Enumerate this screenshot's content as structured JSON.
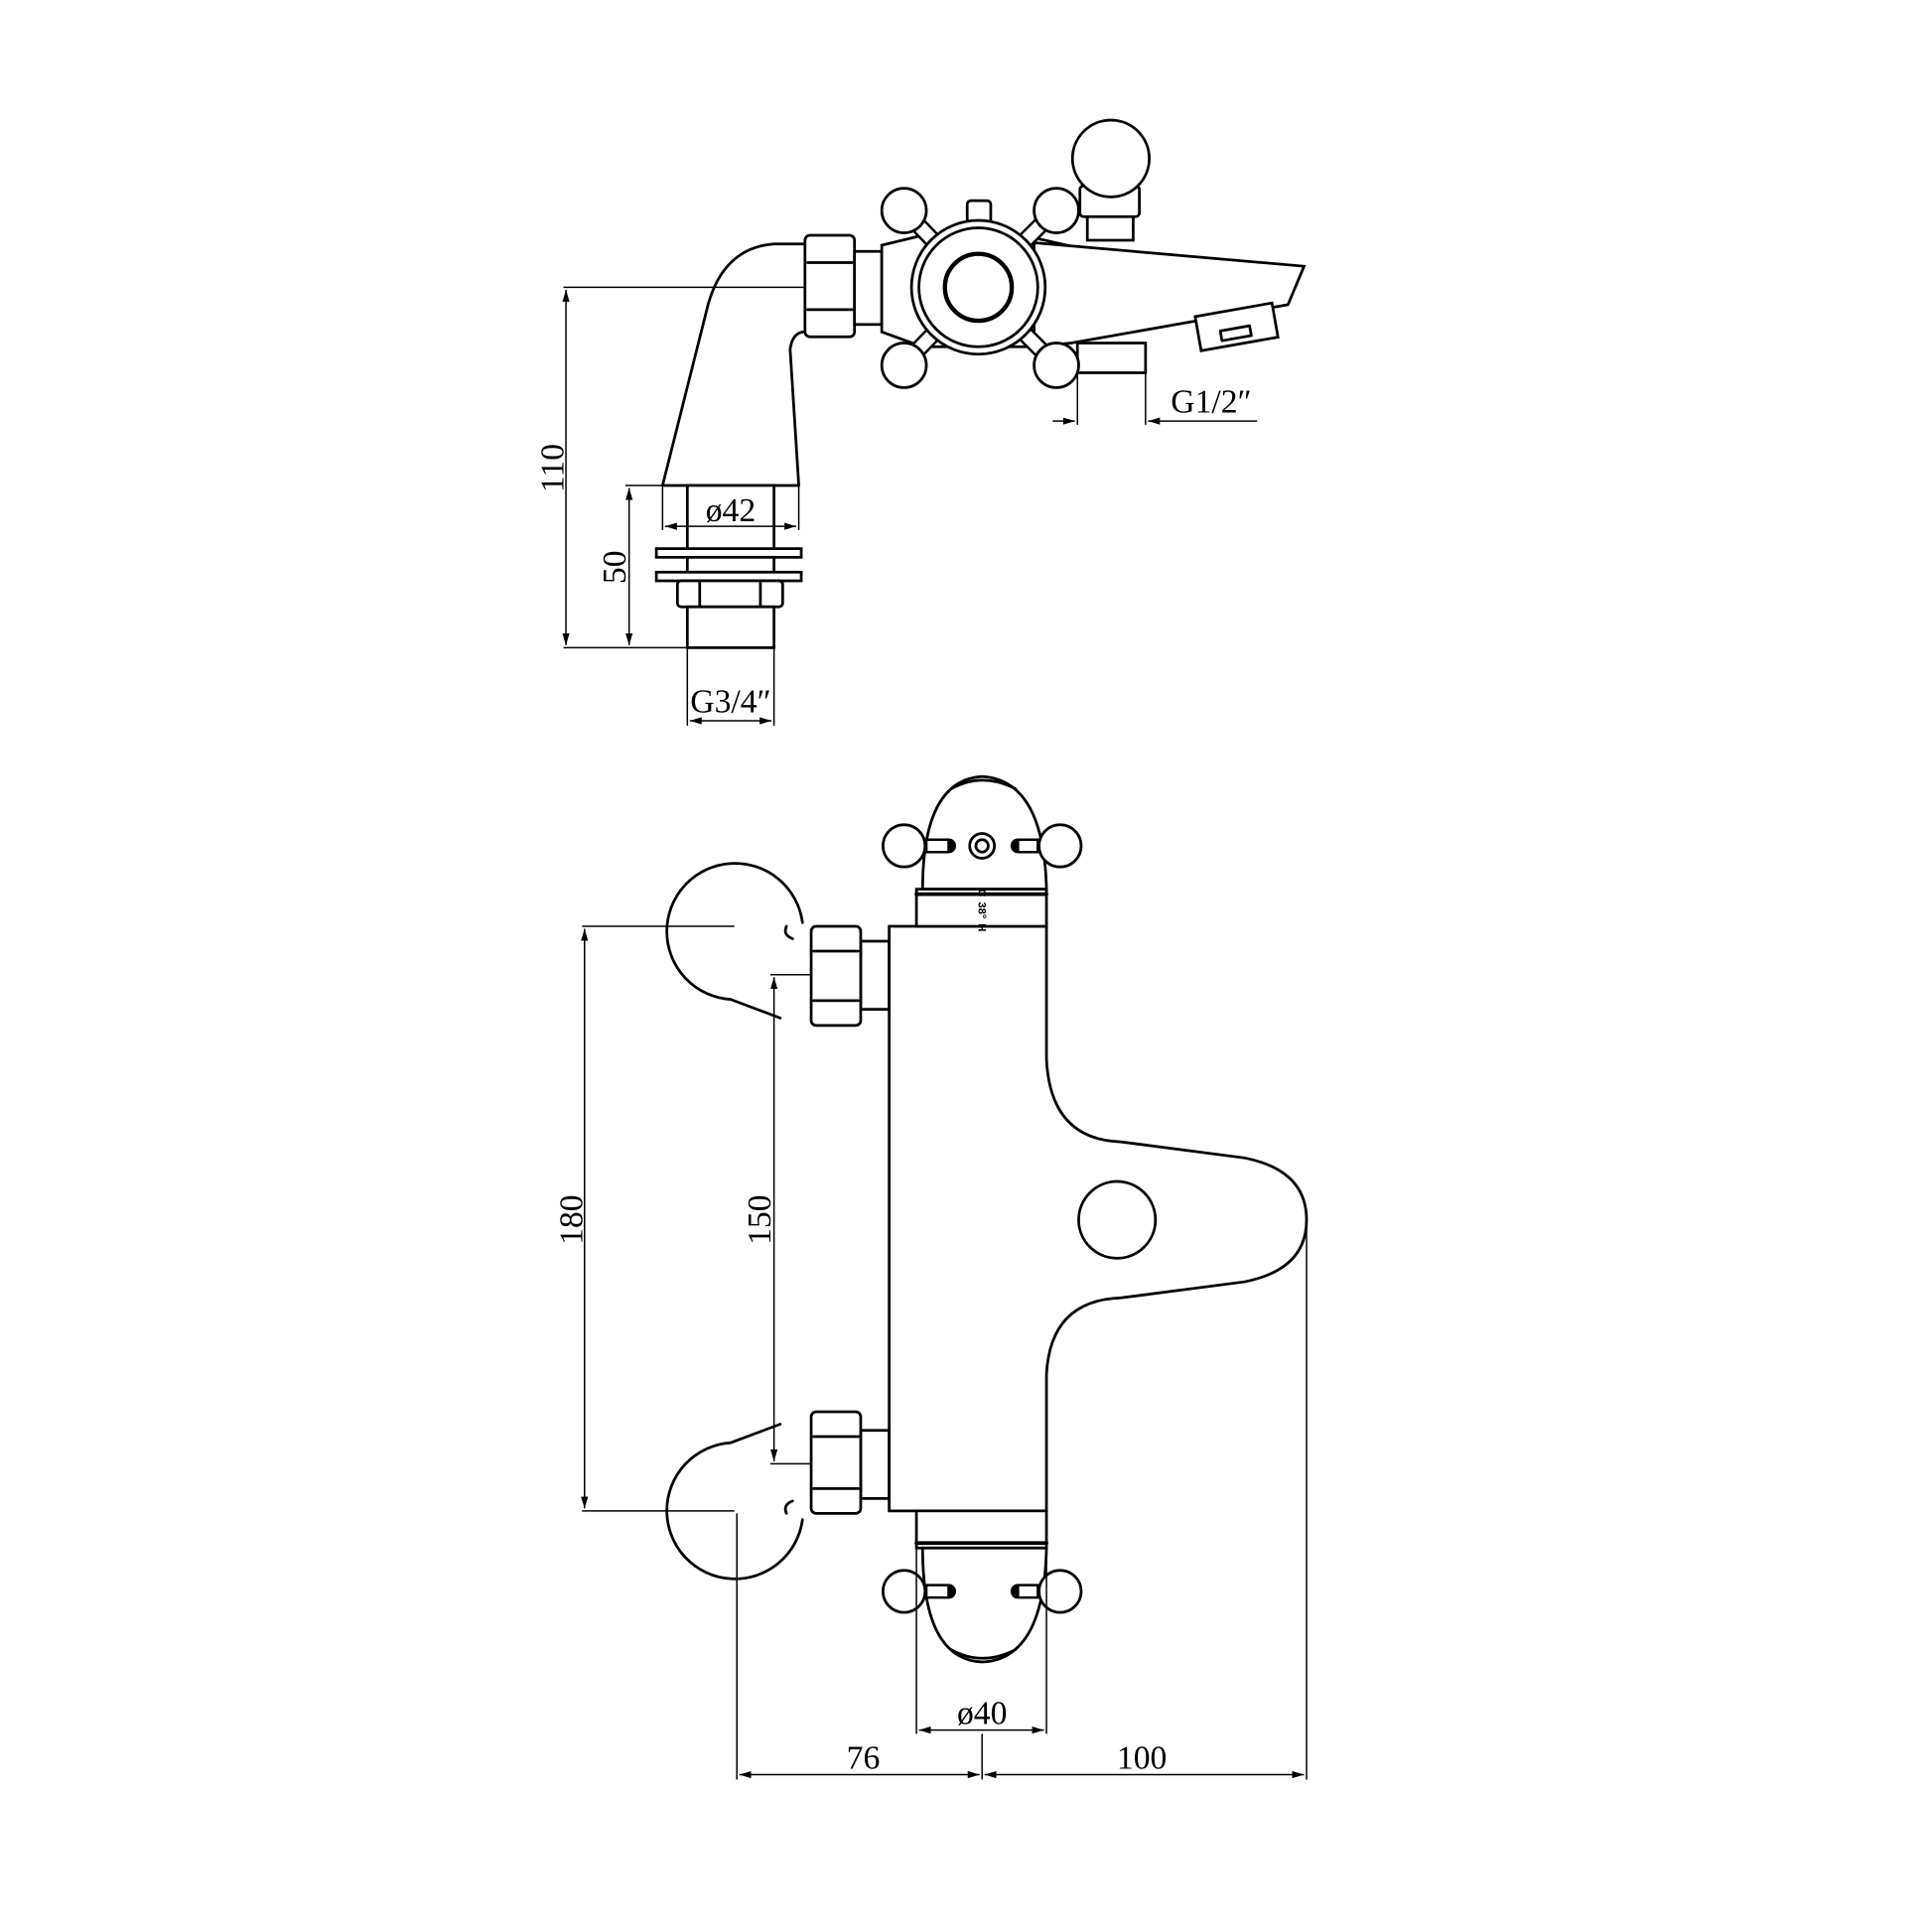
{
  "top_view": {
    "dimensions": {
      "height_total": "110",
      "height_tail": "50",
      "tail_diameter": "ø42",
      "inlet_thread": "G3/4″",
      "outlet_thread": "G1/2″"
    }
  },
  "front_view": {
    "temperature_band": {
      "cold": "C",
      "setpoint": "38°",
      "hot": "H"
    },
    "dimensions": {
      "outer_centres": "180",
      "inlet_centres": "150",
      "cap_diameter": "ø40",
      "left_projection": "76",
      "right_projection": "100"
    }
  },
  "colors": {
    "line": "#000000",
    "background": "#ffffff"
  }
}
